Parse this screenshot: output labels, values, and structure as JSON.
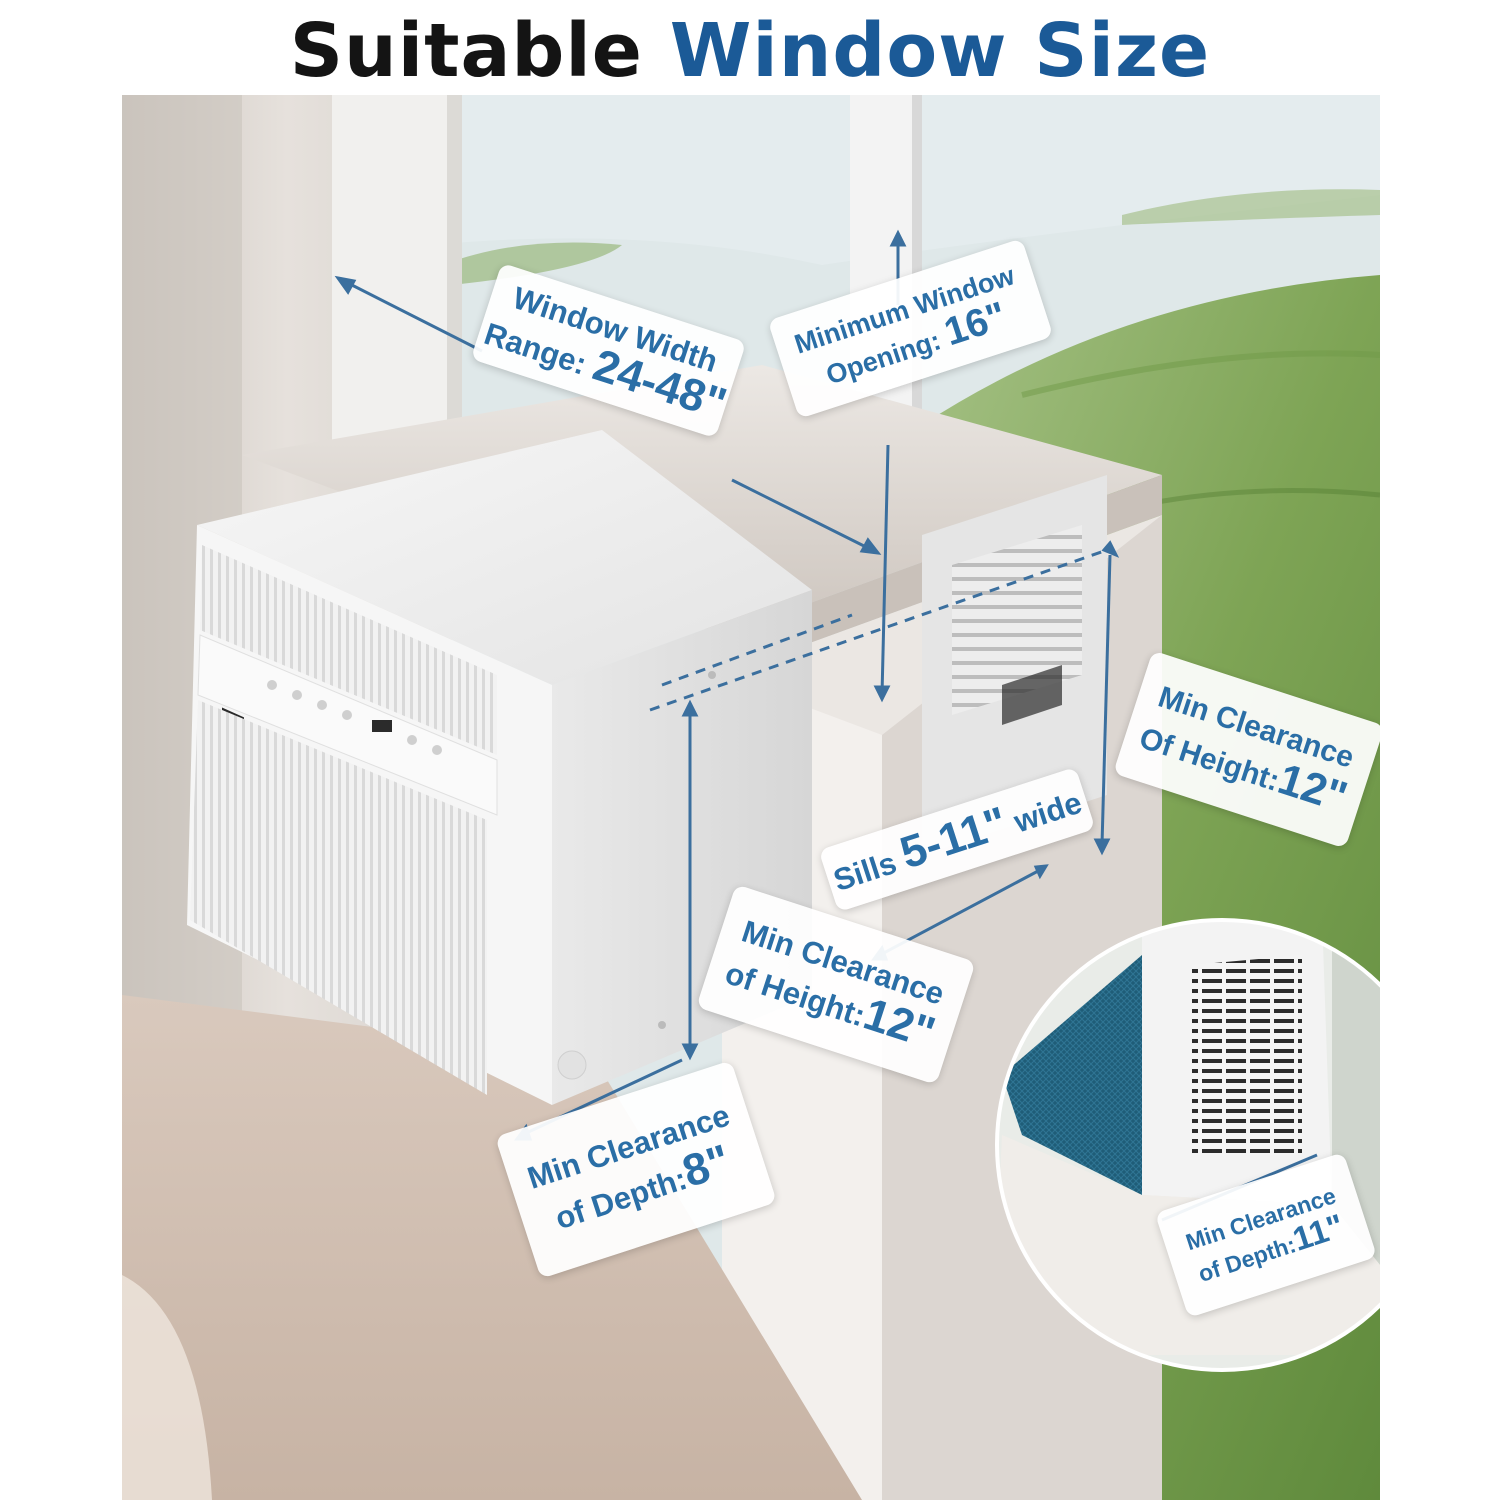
{
  "title": {
    "part1": "Suitable",
    "part2": "Window Size"
  },
  "labels": {
    "window_width": {
      "line1": "Window Width",
      "line2_prefix": "Range:",
      "line2_value": "24-48\""
    },
    "min_opening": {
      "line1": "Minimum Window",
      "line2_prefix": "Opening:",
      "line2_value": "16\""
    },
    "height_right": {
      "line1": "Min Clearance",
      "line2_prefix": "Of Height:",
      "line2_value": "12\""
    },
    "sills": {
      "prefix": "Sills",
      "value": "5-11\"",
      "suffix": "wide"
    },
    "height_mid": {
      "line1": "Min Clearance",
      "line2_prefix": "of Height:",
      "line2_value": "12\""
    },
    "depth_left": {
      "line1": "Min Clearance",
      "line2_prefix": "of Depth:",
      "line2_value": "8\""
    },
    "depth_right": {
      "line1": "Min Clearance",
      "line2_prefix": "of Depth:",
      "line2_value": "11\""
    }
  },
  "colors": {
    "accent_blue": "#1b5a97",
    "label_text": "#2a6ea6",
    "arrow": "#3b6f9e",
    "title_dark": "#141414"
  }
}
